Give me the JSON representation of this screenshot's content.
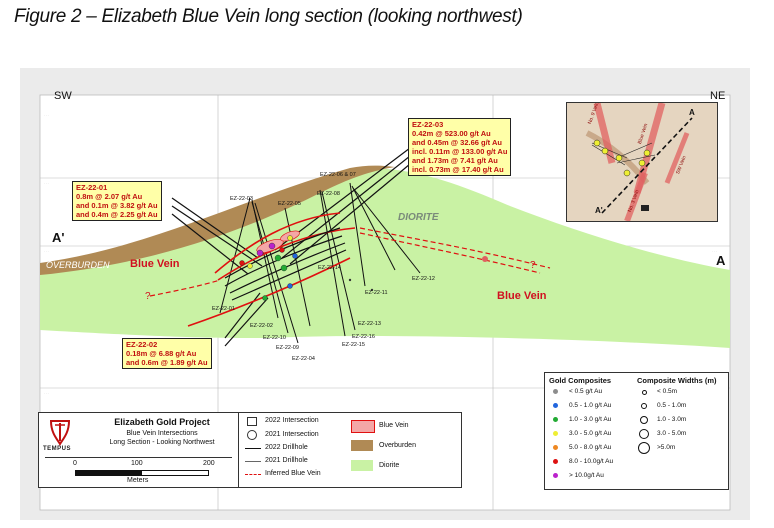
{
  "figure_title": "Figure 2 – Elizabeth Blue Vein long section (looking northwest)",
  "section": {
    "sw_label": "SW",
    "ne_label": "NE",
    "a_prime": "A'",
    "a": "A",
    "overburden": "OVERBURDEN",
    "diorite": "DIORITE",
    "blue_vein_left": "Blue Vein",
    "blue_vein_right": "Blue Vein",
    "q_left": "?",
    "q_right": "?"
  },
  "drillholes": [
    "EZ-22-01",
    "EZ-22-02",
    "EZ-22-03",
    "EZ-22-04",
    "EZ-22-05",
    "EZ-22-06 & 07",
    "EZ-22-08",
    "EZ-22-09",
    "EZ-22-10",
    "EZ-22-11",
    "EZ-22-12",
    "EZ-22-13",
    "EZ-22-14",
    "EZ-22-15",
    "EZ-22-16"
  ],
  "callouts": {
    "ez01": {
      "title": "EZ-22-01",
      "lines": [
        "0.8m @ 2.07 g/t Au",
        "and 0.1m @ 3.82 g/t Au",
        "and 0.4m @ 2.25 g/t Au"
      ]
    },
    "ez02": {
      "title": "EZ-22-02",
      "lines": [
        "0.18m @ 6.88 g/t Au",
        "and 0.6m @ 1.89 g/t Au"
      ]
    },
    "ez03": {
      "title": "EZ-22-03",
      "lines": [
        "0.42m @ 523.00 g/t Au",
        "and 0.45m @ 32.66 g/t Au",
        "incl. 0.11m @ 133.00 g/t Au",
        "and 1.73m @ 7.41 g/t Au",
        "incl. 0.73m @ 17.40 g/t Au"
      ]
    }
  },
  "inset": {
    "vein_no9": "No. 9 Vein",
    "vein_blue": "Blue Vein",
    "vein_sw": "SW Vein",
    "vein_no3": "No. 3 Vein",
    "a": "A",
    "a_prime": "A'"
  },
  "title_block": {
    "project": "Elizabeth Gold Project",
    "line1": "Blue Vein Intersections",
    "line2": "Long Section - Looking Northwest",
    "logo_text": "TEMPUS",
    "scale_0": "0",
    "scale_100": "100",
    "scale_200": "200",
    "scale_unit": "Meters"
  },
  "legend": {
    "items": [
      {
        "label": "2022 Intersection"
      },
      {
        "label": "2021 Intersection"
      },
      {
        "label": "2022 Drillhole"
      },
      {
        "label": "2021 Drillhole"
      },
      {
        "label": "Inferred Blue Vein"
      },
      {
        "label": "Blue Vein"
      },
      {
        "label": "Overburden"
      },
      {
        "label": "Diorite"
      }
    ],
    "colors": {
      "blue_vein": "#f4a7a7",
      "blue_vein_edge": "#e01010",
      "overburden": "#b08a55",
      "diorite": "#c9f2a4",
      "inferred": "#e01010"
    }
  },
  "gold_legend": {
    "title": "Gold Composites",
    "width_title": "Composite Widths (m)",
    "grades": [
      {
        "label": "< 0.5 g/t Au",
        "color": "#8c8c8c"
      },
      {
        "label": "0.5 - 1.0 g/t Au",
        "color": "#2266dd"
      },
      {
        "label": "1.0 - 3.0 g/t Au",
        "color": "#22aa33"
      },
      {
        "label": "3.0 - 5.0 g/t Au",
        "color": "#eeee33"
      },
      {
        "label": "5.0 - 8.0 g/t Au",
        "color": "#ee8822"
      },
      {
        "label": "8.0 - 10.0g/t Au",
        "color": "#dd1111"
      },
      {
        "label": "> 10.0g/t Au",
        "color": "#bb22cc"
      }
    ],
    "widths": [
      "< 0.5m",
      "0.5 - 1.0m",
      "1.0 - 3.0m",
      "3.0 - 5.0m",
      ">5.0m"
    ]
  }
}
